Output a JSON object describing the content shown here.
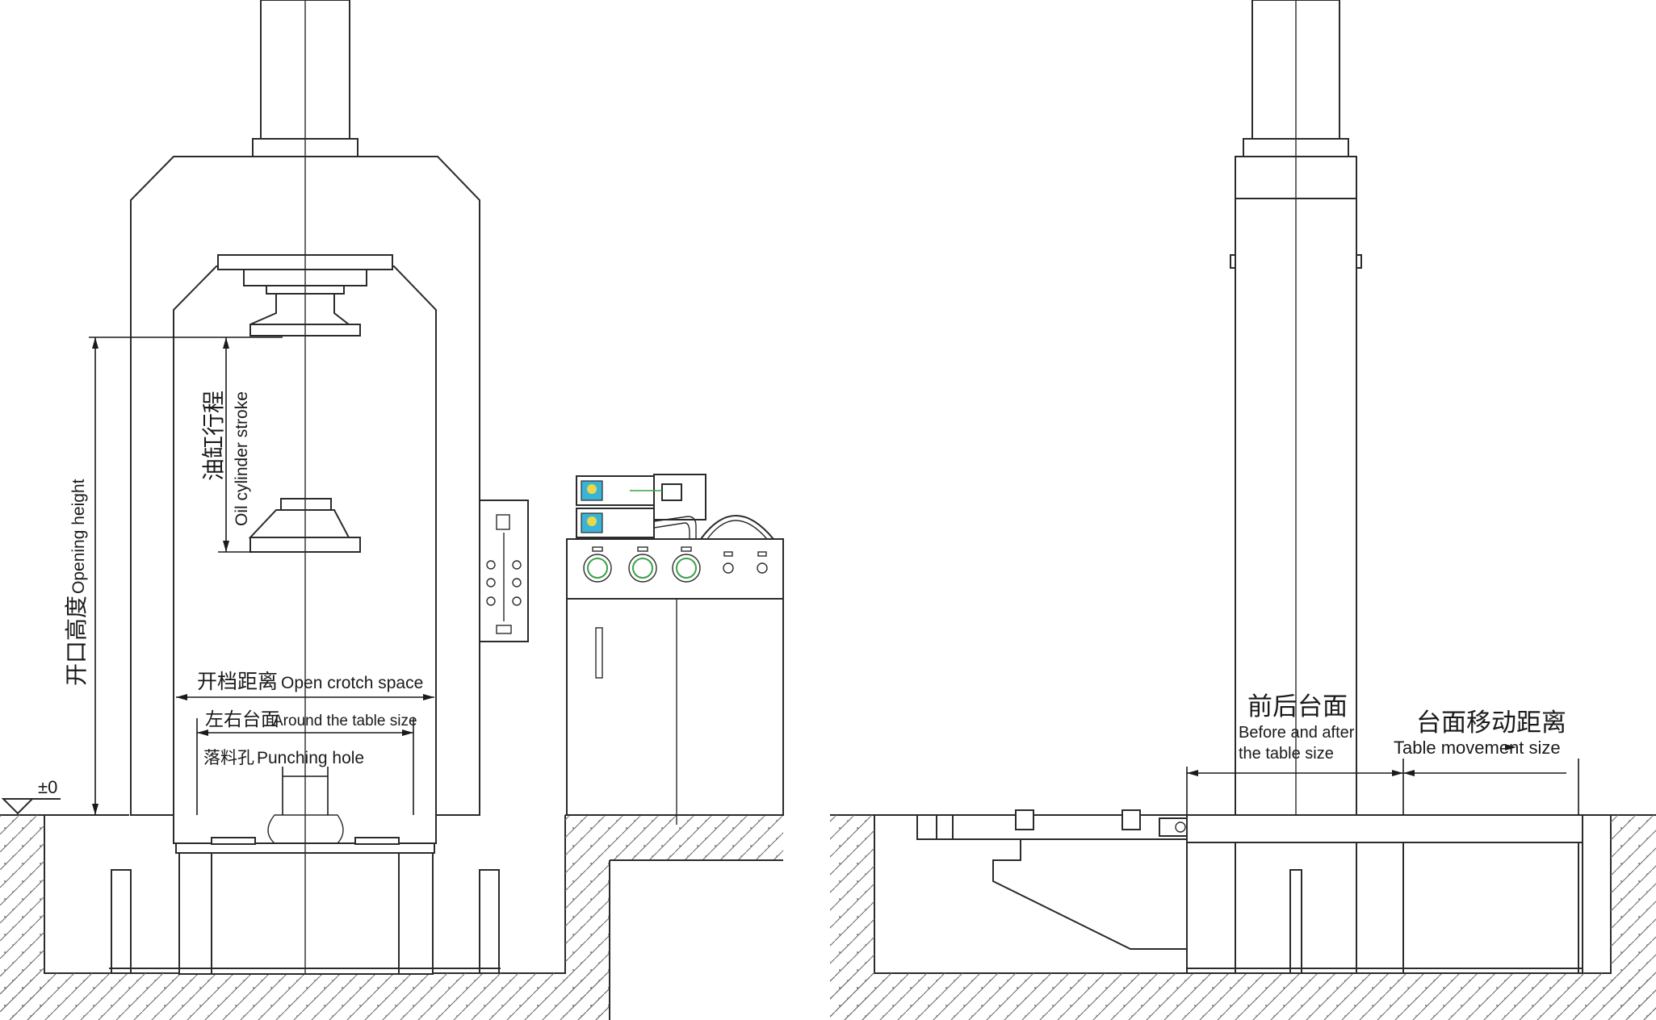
{
  "labels": {
    "opening_height_cn": "开口高度",
    "opening_height_en": "Opening height",
    "oil_cylinder_cn": "油缸行程",
    "oil_cylinder_en": "Oil cylinder  stroke",
    "open_crotch_cn": "开档距离",
    "open_crotch_en": "Open crotch space",
    "table_lr_cn": "左右台面",
    "table_lr_en": "Around the table size",
    "punching_cn": "落料孔",
    "punching_en": "Punching hole",
    "zero_level": "±0",
    "front_back_cn": "前后台面",
    "front_back_en_1": "Before and after",
    "front_back_en_2": "the table size",
    "table_move_cn": "台面移动距离",
    "table_move_en": "Table movement size"
  },
  "colors": {
    "line": "#2b2b2b",
    "valve_cyan": "#3bb3d6",
    "valve_yellow": "#e8d84a",
    "gauge_green": "#3aa14a"
  }
}
